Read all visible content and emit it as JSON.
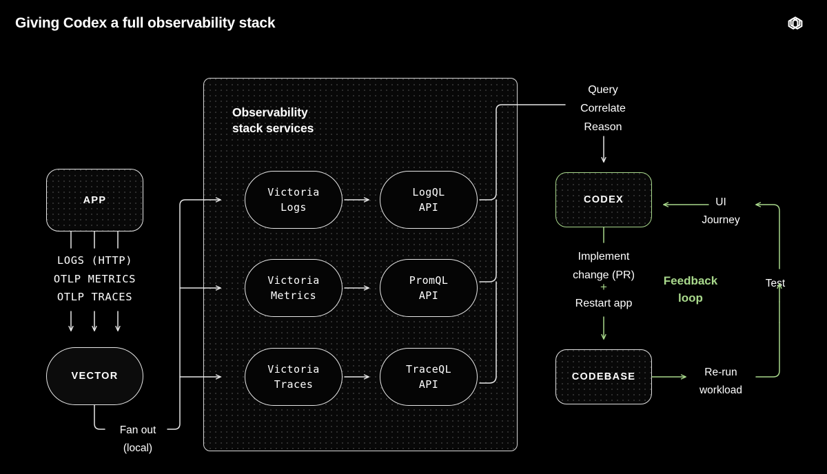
{
  "header": {
    "title": "Giving Codex a full observability stack",
    "logo": "openai-logo"
  },
  "colors": {
    "background": "#000000",
    "stroke_white": "#e8e8e8",
    "accent_green": "#a9d98c",
    "text_white": "#ffffff",
    "dot_texture": "#3a3a3a"
  },
  "left_column": {
    "app_node": {
      "label": "APP",
      "shape": "rounded-rect",
      "texture": "dotted"
    },
    "signals_label": "LOGS (HTTP)\nOTLP METRICS\nOTLP TRACES",
    "vector_node": {
      "label": "VECTOR",
      "shape": "pill",
      "texture": "solid"
    },
    "fan_out_label": "Fan out\n(local)"
  },
  "panel": {
    "title": "Observability\nstack services",
    "services": [
      {
        "name": "victoria-logs",
        "label": "Victoria\nLogs"
      },
      {
        "name": "victoria-metrics",
        "label": "Victoria\nMetrics"
      },
      {
        "name": "victoria-traces",
        "label": "Victoria\nTraces"
      }
    ],
    "apis": [
      {
        "name": "logql-api",
        "label": "LogQL\nAPI"
      },
      {
        "name": "promql-api",
        "label": "PromQL\nAPI"
      },
      {
        "name": "traceql-api",
        "label": "TraceQL\nAPI"
      }
    ]
  },
  "right_column": {
    "query_label": "Query\nCorrelate\nReason",
    "codex_node": {
      "label": "CODEX",
      "border": "#a9d98c",
      "texture": "dotted"
    },
    "implement_label": "Implement\nchange (PR)",
    "plus_label": "+",
    "restart_label": "Restart app",
    "codebase_node": {
      "label": "CODEBASE",
      "border": "#e2e2e2",
      "texture": "dotted"
    },
    "feedback_loop_label": "Feedback\nloop",
    "ui_journey_label": "UI\nJourney",
    "test_label": "Test",
    "rerun_label": "Re-run\nworkload"
  }
}
